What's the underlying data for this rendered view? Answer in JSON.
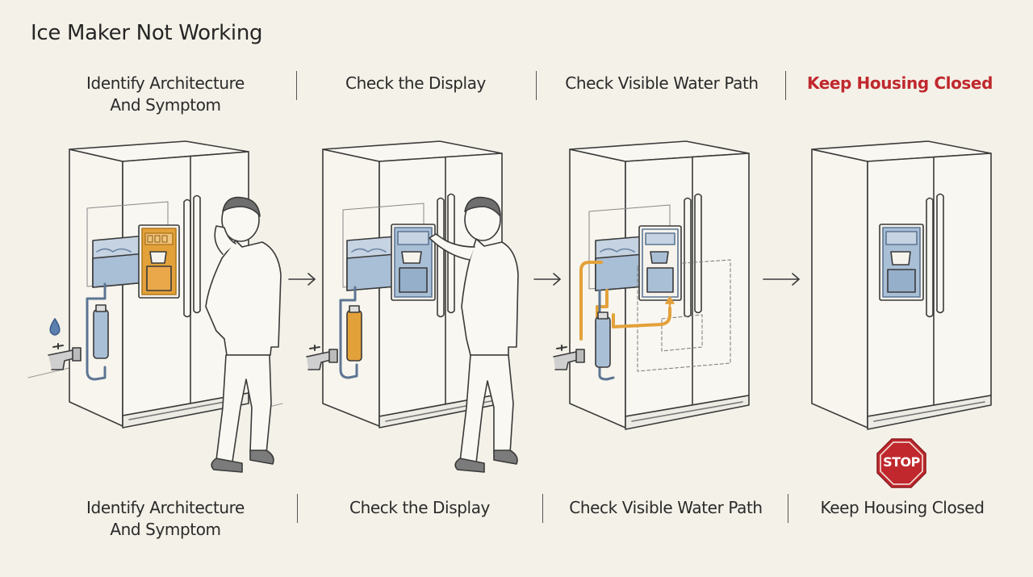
{
  "title": "Ice Maker Not Working",
  "steps_top": [
    {
      "line1": "Identify Architecture",
      "line2": "And Symptom"
    },
    {
      "line1": "Check the Display",
      "line2": ""
    },
    {
      "line1": "Check Visible Water Path",
      "line2": ""
    },
    {
      "line1": "Keep Housing Closed",
      "line2": ""
    }
  ],
  "steps_bottom": [
    {
      "line1": "Identify Architecture",
      "line2": "And Symptom"
    },
    {
      "line1": "Check the Display",
      "line2": ""
    },
    {
      "line1": "Check Visible Water Path",
      "line2": ""
    },
    {
      "line1": "Keep Housing Closed",
      "line2": ""
    }
  ],
  "stop_sign": "STOP",
  "colors": {
    "background": "#f4f1e8",
    "line": "#3a3a3a",
    "highlight_orange": "#e3a13a",
    "water_blue": "#a9bfd6",
    "stop_red": "#c0282d",
    "warning_text": "#c0282d"
  },
  "icons": [
    "water-drop-icon",
    "faucet-icon",
    "arrow-right-icon",
    "arrow-up-icon",
    "stop-sign-icon"
  ]
}
